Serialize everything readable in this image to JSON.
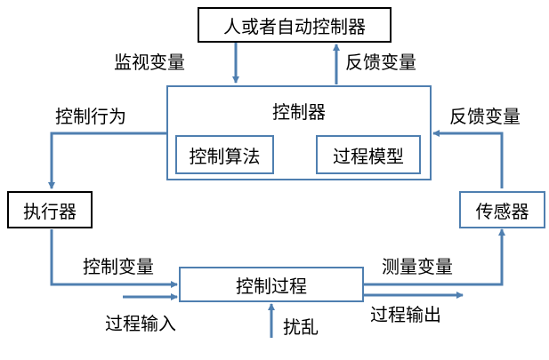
{
  "boxes": {
    "human_controller": "人或者自动控制器",
    "controller": "控制器",
    "control_algorithm": "控制算法",
    "process_model": "过程模型",
    "actuator": "执行器",
    "sensor": "传感器",
    "controlled_process": "控制过程"
  },
  "labels": {
    "monitor_variable": "监视变量",
    "feedback_variable_top": "反馈变量",
    "control_action": "控制行为",
    "feedback_variable_right": "反馈变量",
    "control_variable": "控制变量",
    "measured_variable": "测量变量",
    "process_input": "过程输入",
    "disturbance": "扰乱",
    "process_output": "过程输出"
  },
  "colors": {
    "arrow": "#4f7fb0",
    "box_border_blue": "#4f7fb0",
    "box_border_black": "#000000"
  }
}
